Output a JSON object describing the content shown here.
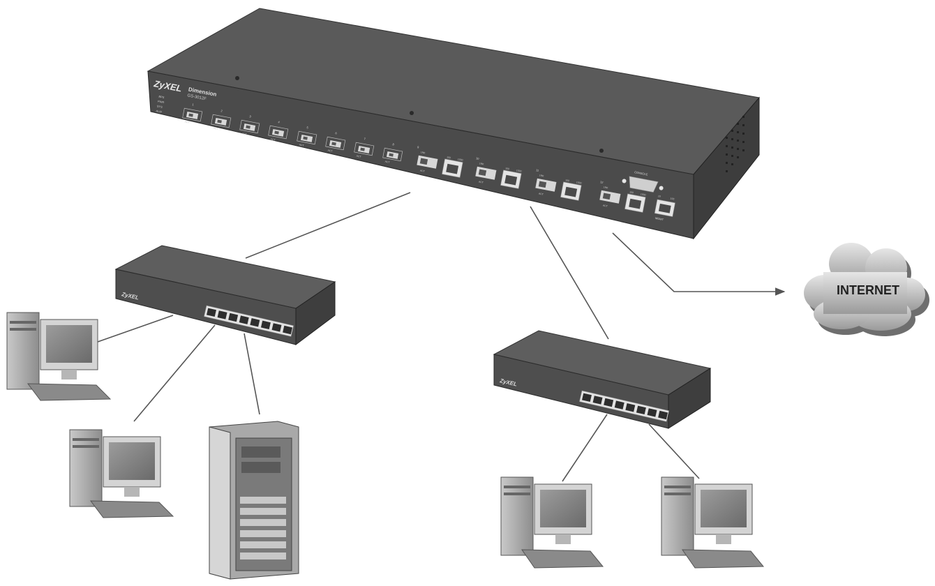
{
  "main_switch": {
    "brand": "ZyXEL",
    "series": "Dimension",
    "model": "GS-3012F",
    "led_labels": [
      "BPS",
      "PWR",
      "SYS",
      "ALM"
    ],
    "sfp_numbers": [
      "1",
      "2",
      "3",
      "4",
      "5",
      "6",
      "7",
      "8"
    ],
    "port_lnk": "LNK",
    "port_act": "ACT",
    "combo_numbers": [
      "9",
      "10",
      "11",
      "12"
    ],
    "speed_10": "10",
    "speed_100": "100",
    "speed_1000": "1000",
    "console_label": "CONSOLE",
    "mgmt_label": "MGMT"
  },
  "small_switch_a": {
    "brand": "ZyXEL"
  },
  "small_switch_b": {
    "brand": "ZyXEL"
  },
  "internet": {
    "label": "INTERNET"
  }
}
